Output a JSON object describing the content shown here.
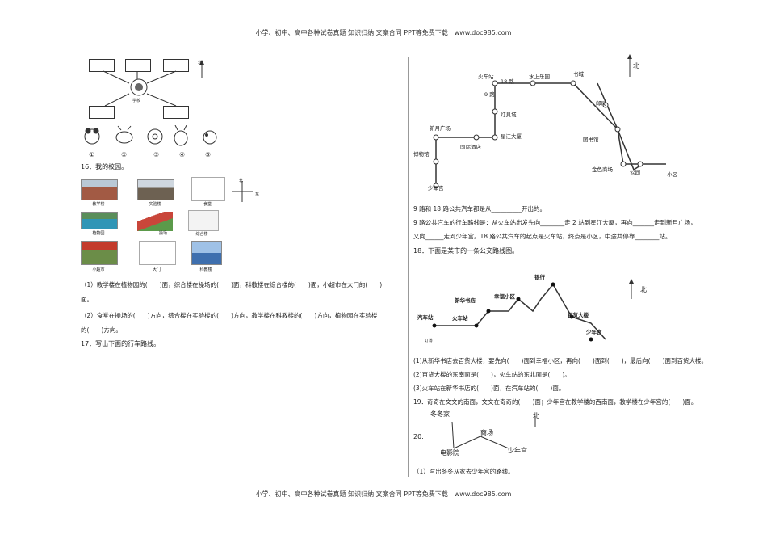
{
  "header": "小学、初中、高中各种试卷真题 知识归纳 文案合同 PPT等免费下载　www.doc985.com",
  "footer": "小学、初中、高中各种试卷真题 知识归纳 文案合同 PPT等免费下载　www.doc985.com",
  "left": {
    "school_diagram": {
      "center_label": "学校",
      "north": "北"
    },
    "animal_numbers": [
      "①",
      "②",
      "③",
      "④",
      "⑤"
    ],
    "q16": {
      "title": "16．我的校园。",
      "places": [
        "教学楼",
        "实验楼",
        "食堂",
        "植物园",
        "操场",
        "综合楼",
        "小超市",
        "大门",
        "科教楼"
      ],
      "compass": {
        "north": "北",
        "east": "东"
      },
      "line1": "（1）教学楼在植物园的(　　)面，综合楼在操场的(　　)面，科教楼在综合楼的(　　)面，小超市在大门的(　　)",
      "line1b": "面。",
      "line2": "（2）食堂在操场的(　　)方向，综合楼在实验楼的(　　)方向，教学楼在科教楼的(　　)方向，植物园在实验楼",
      "line2b": "的(　　)方向。"
    },
    "q17": "17．写出下面的行车路线。"
  },
  "right": {
    "bus_map": {
      "north": "北",
      "labels": {
        "huoche": "火车站",
        "r18": "18 路",
        "r9": "9 路",
        "shuishang": "水上乐园",
        "shucheng": "书城",
        "youju": "邮局",
        "dengju": "灯具城",
        "xinyue": "新月广场",
        "xingjiang": "星江大厦",
        "guoji": "国际酒店",
        "bowu": "博物馆",
        "tushu": "图书馆",
        "jinse": "金色商场",
        "gongyuan": "公园",
        "xiaoqu": "小区",
        "shaonian": "少年宫"
      }
    },
    "bus_q": {
      "l1": "9 路和 18 路公共汽车都是从__________开出的。",
      "l2": "9 路公共汽车的行车路线是：从火车站出发先向________走 2 站到星江大厦，再向_______走到新月广场，",
      "l3": "又向______走到少年宫。18 路公共汽车的起点是火车站，终点是小区，中途共停靠________站。"
    },
    "q18": {
      "title": "18．下面是某市的一条公交路线图。",
      "stations": {
        "qiche": "汽车站",
        "huoche": "火车站",
        "xinhua": "新华书店",
        "xingfu": "幸福小区",
        "yinhang": "银行",
        "baihuo": "百货大楼",
        "shaonian": "少年宫"
      },
      "start": "订筹",
      "north": "北",
      "q1": "(1)从新华书店去百货大楼，要先向(　　)面到幸福小区，再向(　　)面到(　　)，最后向(　　)面到百货大楼。",
      "q2": "(2)百货大楼的东南面是(　　)，火车站的东北面是(　　)。",
      "q3": "(3)火车站在新华书店的(　　)面，在汽车站的(　　)面。"
    },
    "q19": "19．奇奇在文文的南面，文文在奇奇的(　　)面；少年宫在教学楼的西南面，教学楼在少年宫的(　　)面。",
    "q20": {
      "number": "20.",
      "labels": {
        "dongdong": "冬冬家",
        "shangchang": "商场",
        "dianying": "电影院",
        "shaonian": "少年宫",
        "north": "北"
      },
      "q1": "（1）写出冬冬从家去少年宫的路线。"
    }
  }
}
